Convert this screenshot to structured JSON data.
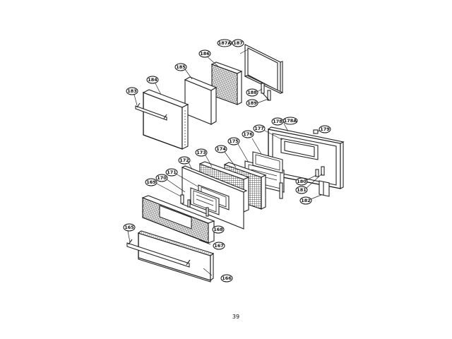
{
  "page_number": "39",
  "callouts": {
    "p183": "183",
    "p184": "184",
    "p185": "185",
    "p186": "186",
    "p187a": "187A",
    "p187": "187",
    "p188": "188",
    "p189": "189",
    "p179": "179",
    "p178": "178",
    "p178a": "178A",
    "p177": "177",
    "p176": "176",
    "p175": "175",
    "p174": "174",
    "p173": "173",
    "p172": "172",
    "p171": "171",
    "p170": "170",
    "p169": "169",
    "p180": "180",
    "p181": "181",
    "p182": "182",
    "p168": "168",
    "p167": "167",
    "p165": "165",
    "p166": "166"
  }
}
